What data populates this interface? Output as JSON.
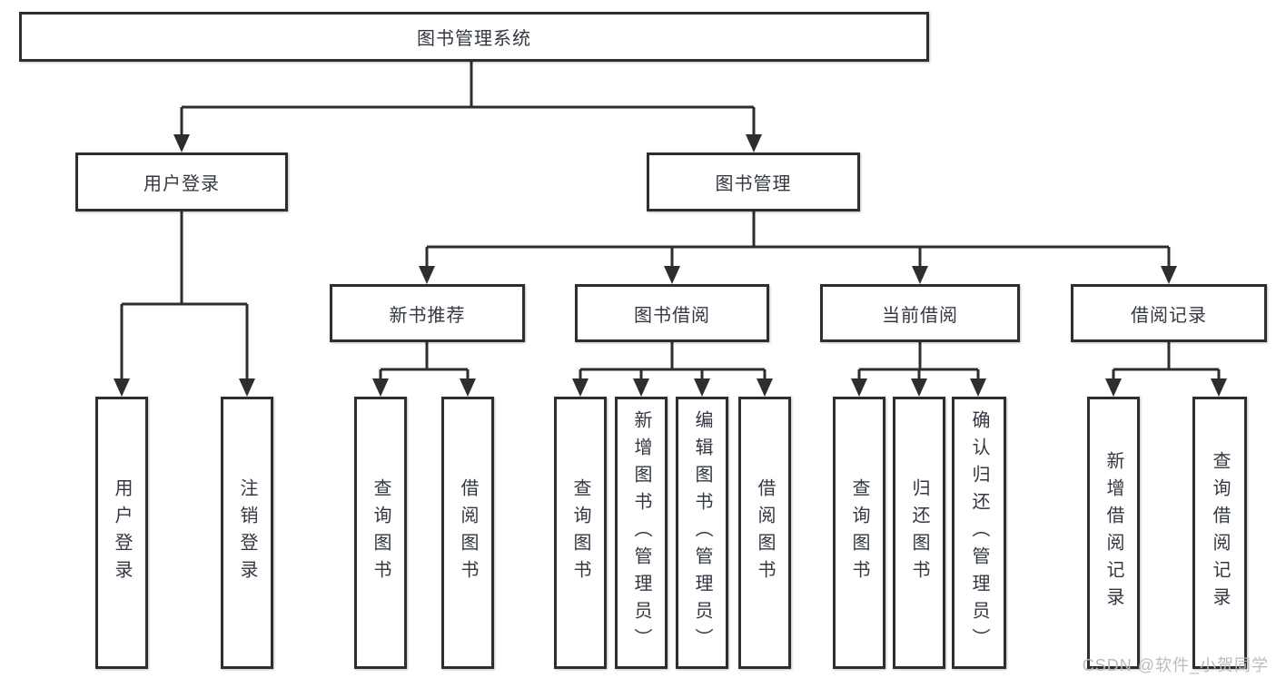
{
  "colors": {
    "line": "#2e2e2e",
    "box_border": "#2e2e2e",
    "text": "#333740",
    "watermark": "#b9bcc1"
  },
  "watermark": {
    "text": "CSDN @软件_小贺同学"
  },
  "nodes": {
    "root": "图书管理系统",
    "user_login": "用户登录",
    "book_management": "图书管理",
    "new_book_recommend": "新书推荐",
    "book_borrowing": "图书借阅",
    "current_borrowing": "当前借阅",
    "borrowing_records": "借阅记录",
    "login_user_login": "用户登录",
    "login_logout": "注销登录",
    "recommend_query_books": "查询图书",
    "recommend_borrow_books": "借阅图书",
    "borrowing_query_books": "查询图书",
    "borrowing_add_books": "新增图书（管理员）",
    "borrowing_edit_books": "编辑图书（管理员）",
    "borrowing_borrow_books": "借阅图书",
    "current_query_books": "查询图书",
    "current_return_books": "归还图书",
    "current_confirm_return": "确认归还（管理员）",
    "records_add_record": "新增借阅记录",
    "records_query_record": "查询借阅记录"
  }
}
